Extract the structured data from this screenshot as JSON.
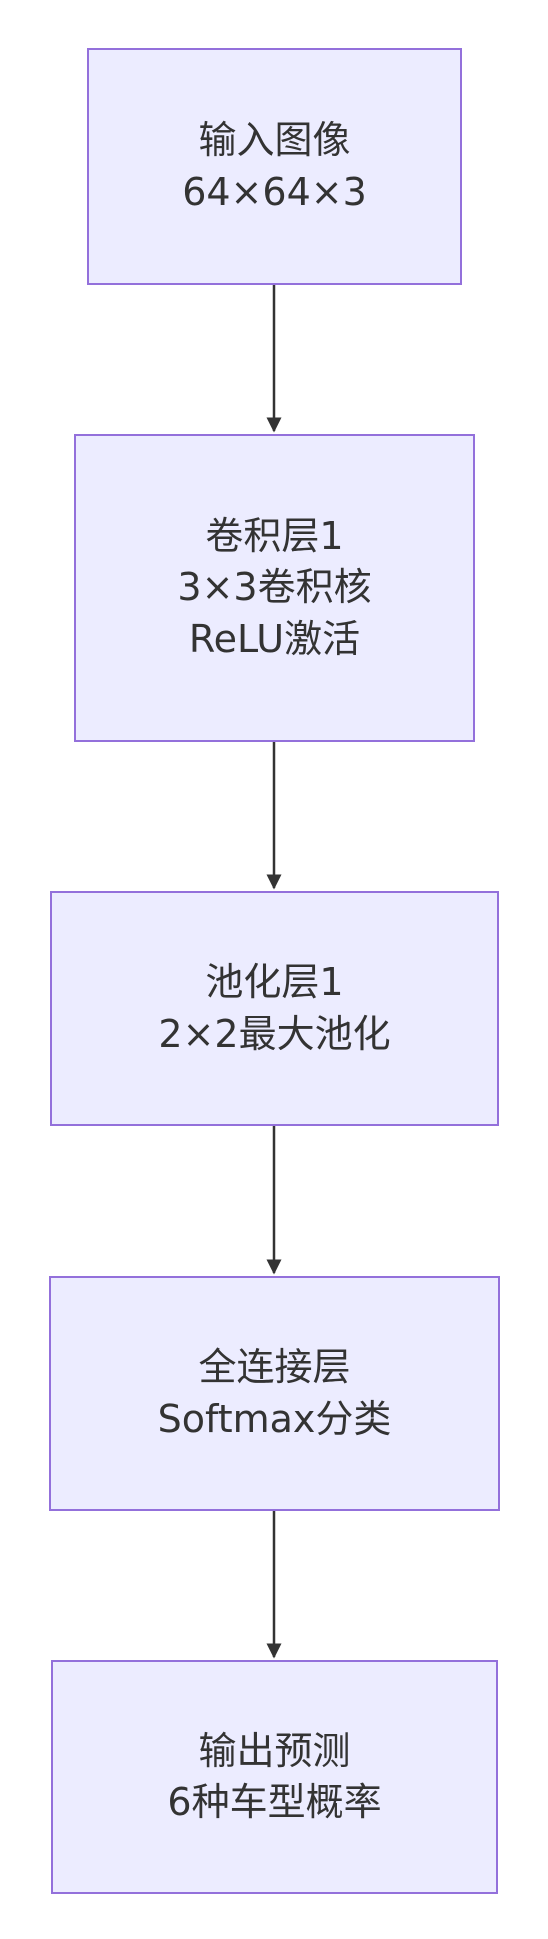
{
  "colors": {
    "node_fill": "#ECECFF",
    "node_border": "#9370DB",
    "text": "#333333",
    "arrow": "#333333"
  },
  "nodes": [
    {
      "lines": [
        "输入图像",
        "64×64×3"
      ]
    },
    {
      "lines": [
        "卷积层1",
        "3×3卷积核",
        "ReLU激活"
      ]
    },
    {
      "lines": [
        "池化层1",
        "2×2最大池化"
      ]
    },
    {
      "lines": [
        "全连接层",
        "Softmax分类"
      ]
    },
    {
      "lines": [
        "输出预测",
        "6种车型概率"
      ]
    }
  ],
  "edges": [
    {
      "from": 0,
      "to": 1
    },
    {
      "from": 1,
      "to": 2
    },
    {
      "from": 2,
      "to": 3
    },
    {
      "from": 3,
      "to": 4
    }
  ]
}
